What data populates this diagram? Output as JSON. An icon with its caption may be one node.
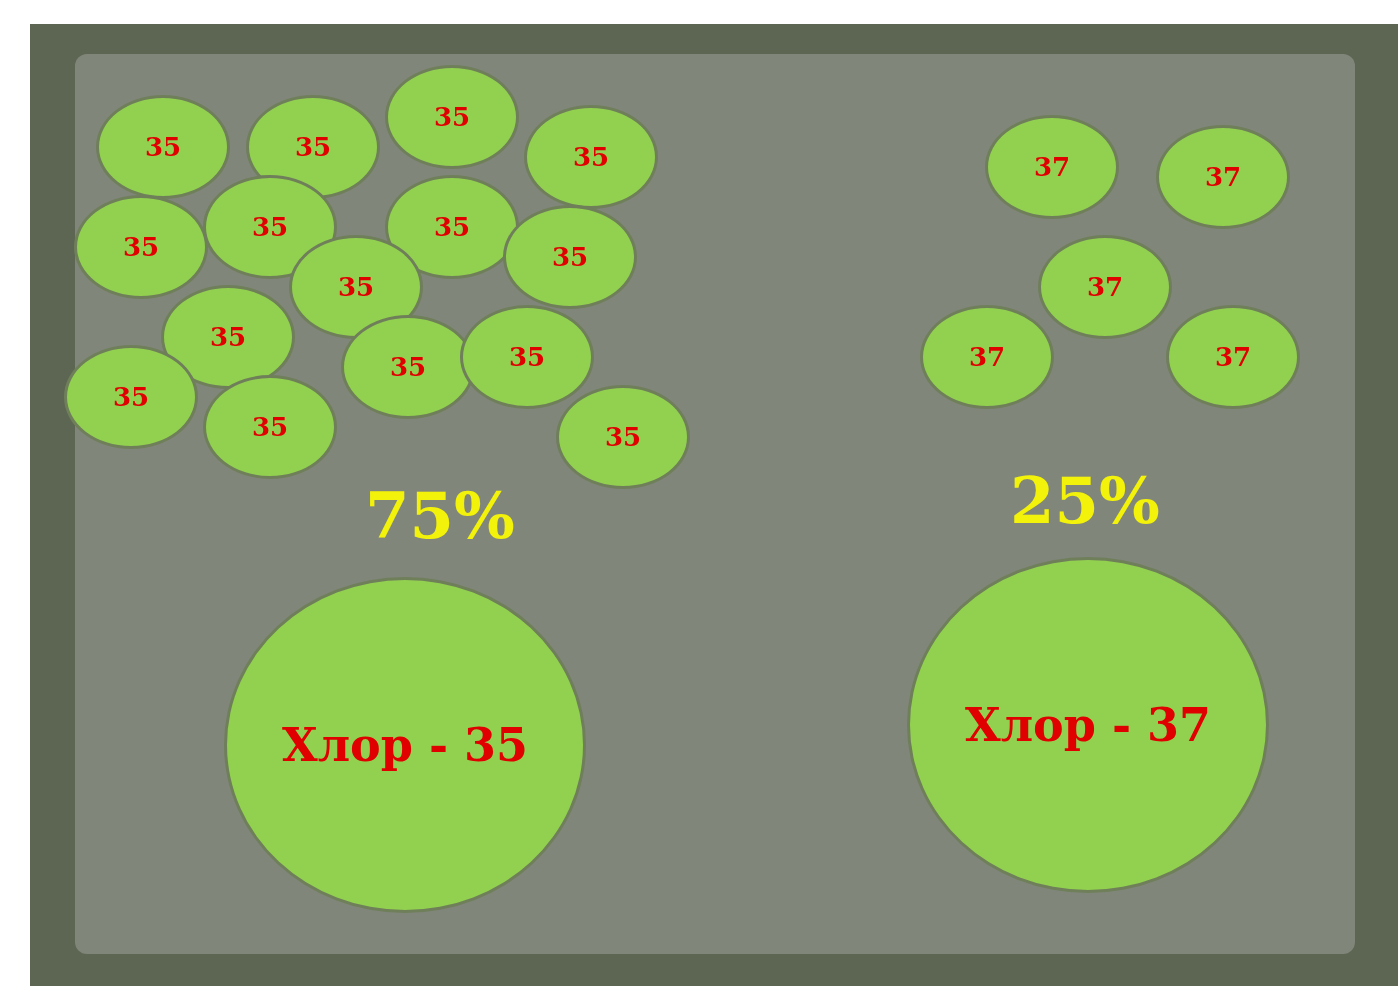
{
  "diagram": {
    "nodes": [
      {
        "text": [
          "35"
        ]
      },
      {
        "text": [
          "35"
        ]
      },
      {
        "text": [
          "35"
        ]
      },
      {
        "text": [
          "35"
        ]
      },
      {
        "text": [
          "35"
        ]
      },
      {
        "text": [
          "35"
        ]
      },
      {
        "text": [
          "35"
        ]
      },
      {
        "text": [
          "35"
        ]
      },
      {
        "text": [
          "35"
        ]
      },
      {
        "text": [
          "35"
        ]
      },
      {
        "text": [
          "35"
        ]
      },
      {
        "text": [
          "35"
        ]
      },
      {
        "text": [
          "35"
        ]
      },
      {
        "text": [
          "35"
        ]
      },
      {
        "text": [
          "35"
        ]
      },
      {
        "text": [
          "37"
        ]
      },
      {
        "text": [
          "37"
        ]
      },
      {
        "text": [
          "37"
        ]
      },
      {
        "text": [
          "37"
        ]
      },
      {
        "text": [
          "37"
        ]
      },
      {
        "text": [
          "Хлор - 35"
        ]
      },
      {
        "text": [
          "Хлор - 37"
        ]
      }
    ],
    "labels": [
      "75%",
      "25%"
    ]
  }
}
